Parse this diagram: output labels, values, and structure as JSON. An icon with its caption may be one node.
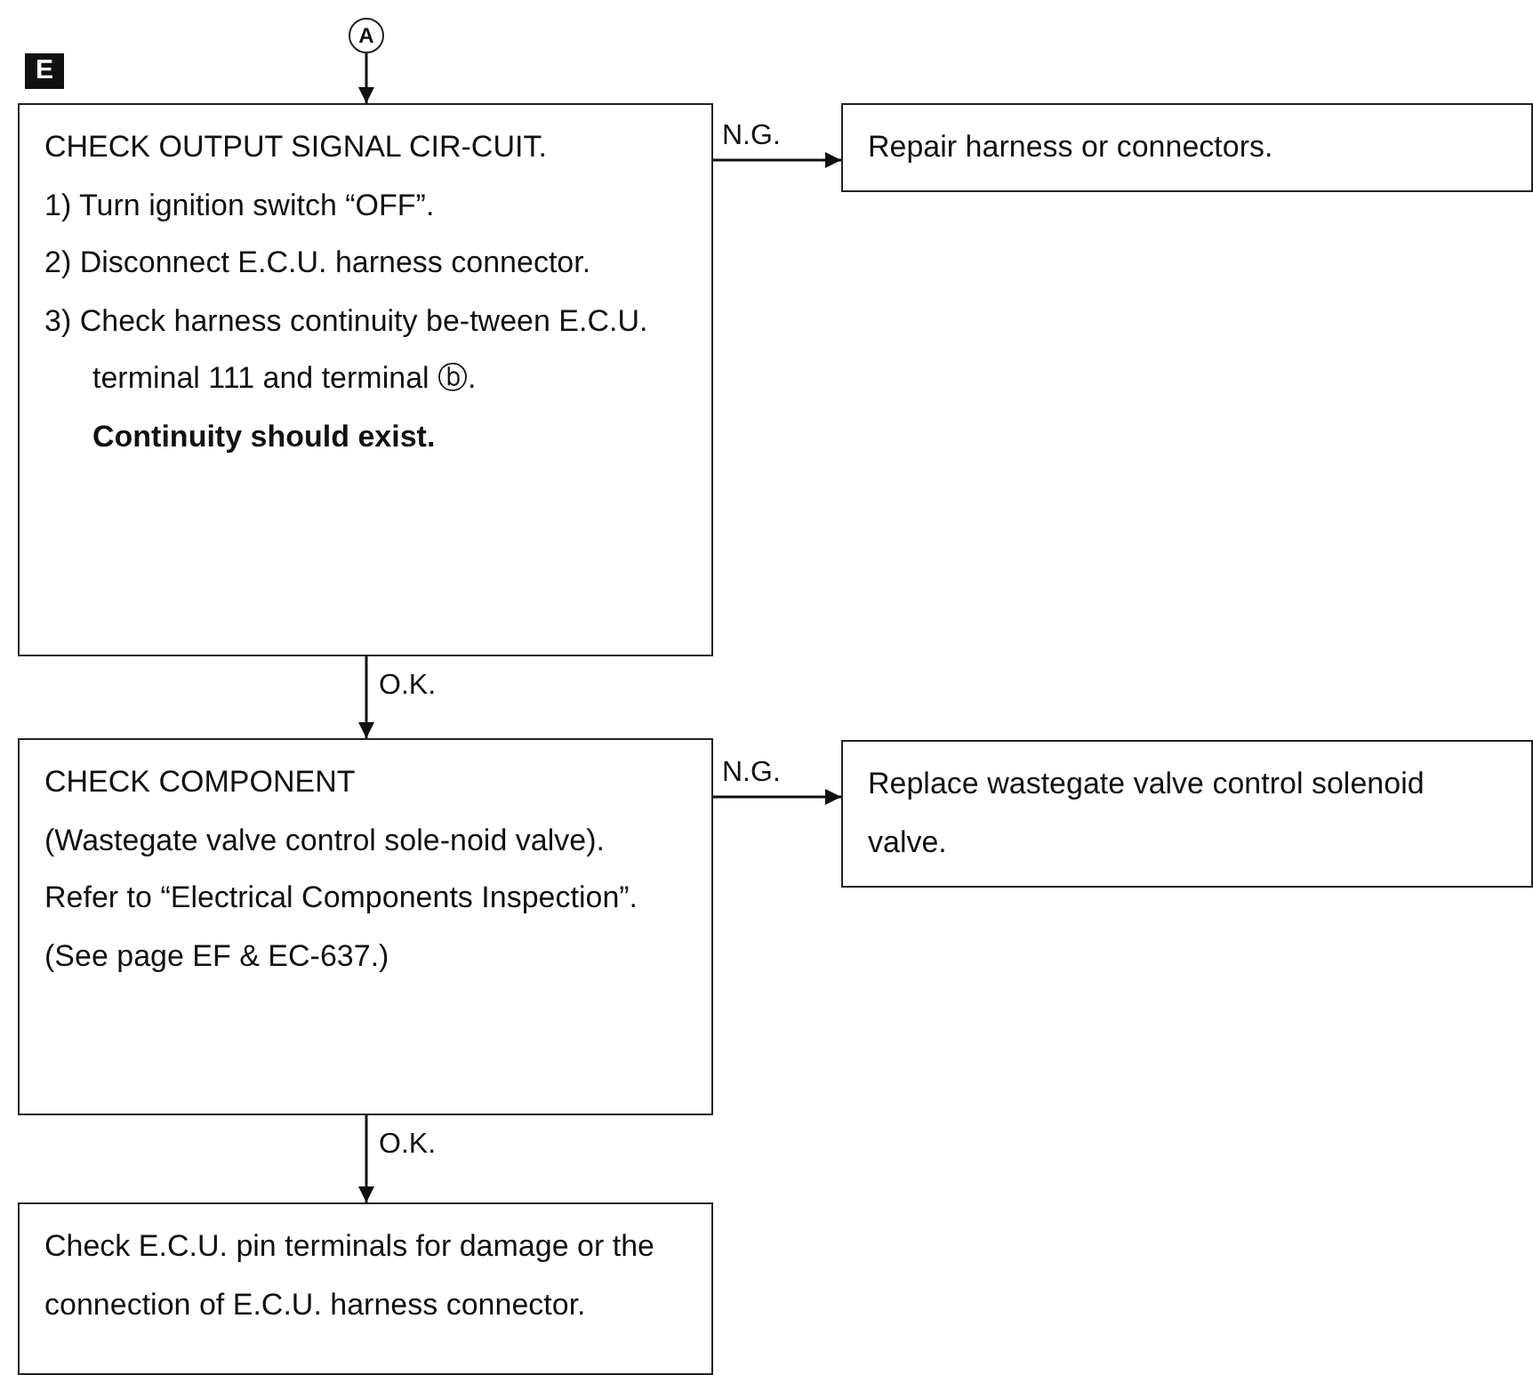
{
  "diagram": {
    "nodes": [
      {
        "text": [
          "A"
        ]
      },
      {
        "text": [
          "CHECK OUTPUT SIGNAL CIR-CUIT.",
          "1) Turn ignition switch “OFF”.",
          "2) Disconnect E.C.U. harness connector.",
          "3) Check harness continuity be-tween E.C.U. terminal 111 and terminal ⓑ.",
          "Continuity should exist."
        ]
      },
      {
        "text": [
          "Repair harness or connectors."
        ]
      },
      {
        "text": [
          "CHECK COMPONENT",
          "(Wastegate valve control sole-noid valve).",
          "Refer to “Electrical Components Inspection”.",
          "(See page EF & EC-637.)"
        ]
      },
      {
        "text": [
          "Replace wastegate valve control solenoid valve."
        ]
      },
      {
        "text": [
          "Check E.C.U. pin terminals for damage or the connection of E.C.U. harness connector."
        ]
      }
    ],
    "edges": [
      {
        "from": 0,
        "to": 1,
        "arrow": "to"
      },
      {
        "from": 1,
        "to": 2,
        "arrow": "to",
        "label": "N.G."
      },
      {
        "from": 1,
        "to": 3,
        "arrow": "to",
        "label": "O.K."
      },
      {
        "from": 3,
        "to": 4,
        "arrow": "to",
        "label": "N.G."
      },
      {
        "from": 3,
        "to": 5,
        "arrow": "to",
        "label": "O.K."
      }
    ],
    "labels": [
      "E"
    ]
  }
}
